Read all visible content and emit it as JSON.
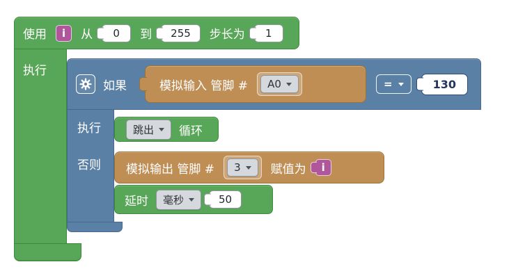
{
  "workspace": {
    "background": "#ffffff"
  },
  "colors": {
    "loop_green": "#58a758",
    "green_border": "#3d8a3d",
    "if_blue": "#5b80a5",
    "blue_border": "#46688f",
    "io_tan": "#bf8e55",
    "tan_border": "#9c7239",
    "var_magenta": "#b0579b",
    "dropdown_bg": "#d5d8dc",
    "dropdown_border": "#8f969c",
    "field_border": "#8f969c",
    "navy_border": "#2f4d77"
  },
  "icons": {
    "gear": "gear-icon",
    "dropdown_arrow": "chevron-down-icon"
  },
  "loop": {
    "label_use": "使用",
    "variable": "i",
    "label_from": "从",
    "from": "0",
    "label_to": "到",
    "to": "255",
    "label_step": "步长为",
    "step": "1",
    "label_do": "执行"
  },
  "if": {
    "label_if": "如果",
    "condition": {
      "analog_label": "模拟输入 管脚 #",
      "pin": "A0",
      "operator": "=",
      "value": "130"
    },
    "label_do": "执行",
    "do": {
      "break_action": "跳出",
      "loop_label": "循环"
    },
    "label_else": "否则",
    "else": {
      "analog_label": "模拟输出 管脚 #",
      "pin": "3",
      "assign_label": "赋值为",
      "var": "i",
      "delay_label": "延时",
      "delay_unit": "毫秒",
      "delay_value": "50"
    }
  }
}
